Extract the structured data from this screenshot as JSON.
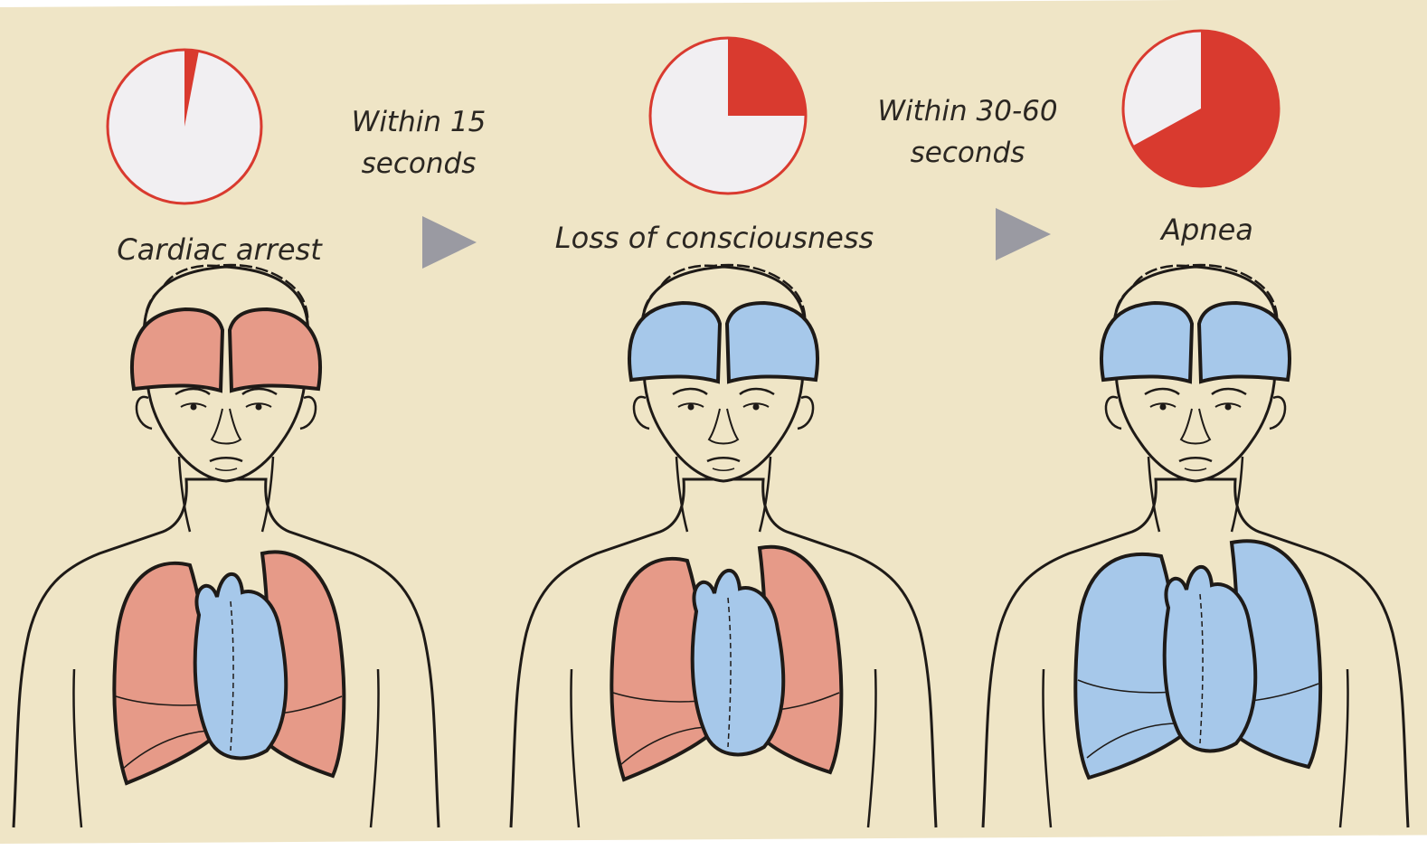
{
  "stages": [
    {
      "label": "Cardiac arrest",
      "timer_fraction": 0.03,
      "brain": "red",
      "lungs": "red",
      "heart": "blue"
    },
    {
      "label": "Loss of consciousness",
      "timer_fraction": 0.25,
      "brain": "blue",
      "lungs": "red",
      "heart": "blue"
    },
    {
      "label": "Apnea",
      "timer_fraction": 0.67,
      "brain": "blue",
      "lungs": "blue",
      "heart": "blue"
    }
  ],
  "intervals": [
    {
      "line1": "Within 15",
      "line2": "seconds"
    },
    {
      "line1": "Within 30-60",
      "line2": "seconds"
    }
  ],
  "colors": {
    "background": "#efe5c6",
    "timer_fill": "#d93a2f",
    "timer_face": "#f1eff2",
    "oxygenated": "#e69a88",
    "deoxygenated": "#a6c8ea",
    "arrow": "#9a9aa2",
    "outline": "#1e1a17"
  }
}
